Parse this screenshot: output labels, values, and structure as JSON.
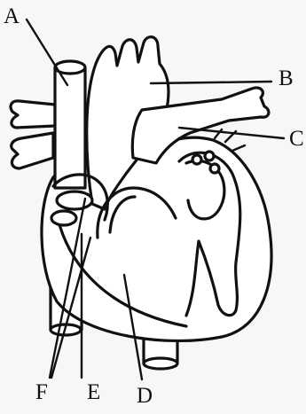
{
  "labels": {
    "a": "A",
    "b": "B",
    "c": "C",
    "d": "D",
    "e": "E",
    "f": "F"
  },
  "colors": {
    "ink": "#111111",
    "paper": "#f7f7f5"
  }
}
